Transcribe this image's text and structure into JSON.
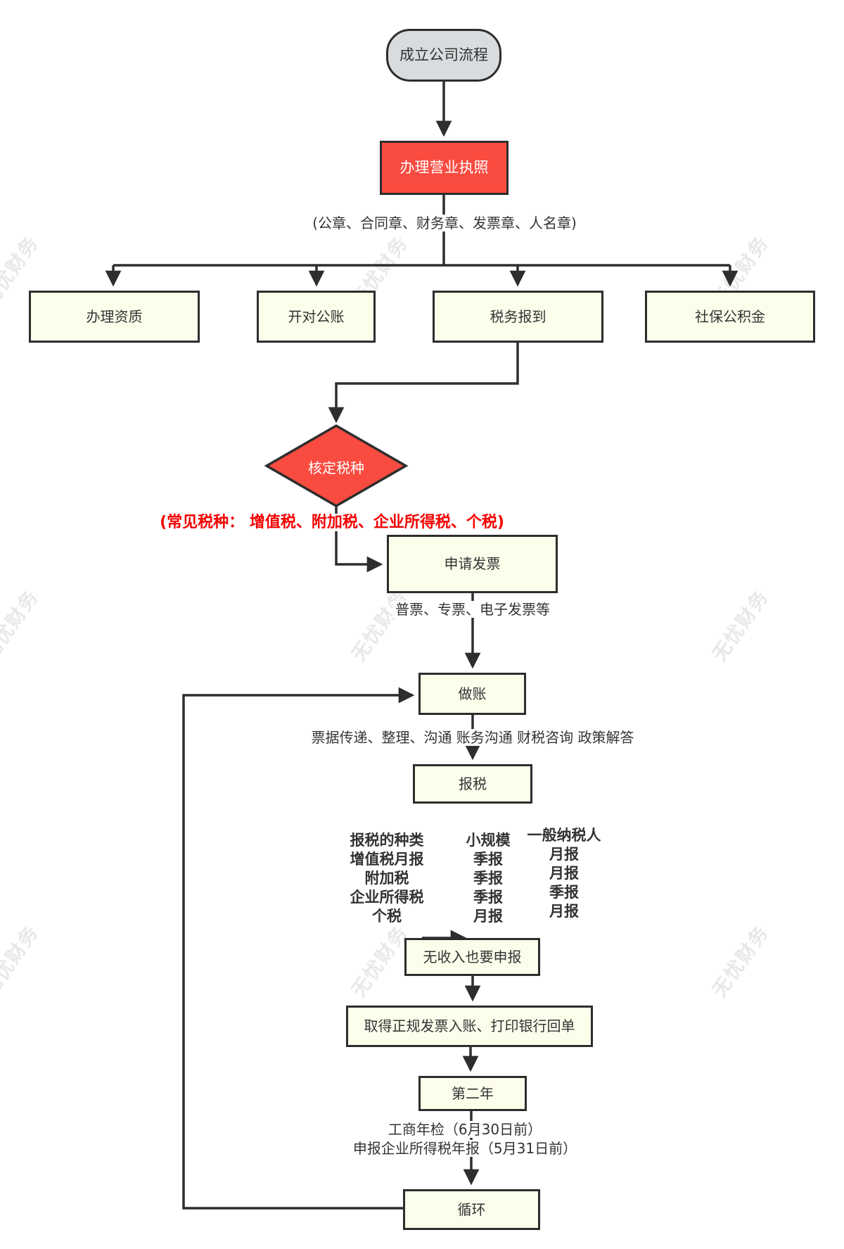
{
  "diagram": {
    "nodes": {
      "start": "成立公司流程",
      "license": "办理营业执照",
      "qualification": "办理资质",
      "bank_account": "开对公账",
      "tax_registration": "税务报到",
      "social_insurance": "社保公积金",
      "tax_type_decision": "核定税种",
      "apply_invoice": "申请发票",
      "bookkeeping": "做账",
      "tax_filing": "报税",
      "no_income_declare": "无收入也要申报",
      "formal_invoice": "取得正规发票入账、打印银行回单",
      "second_year": "第二年",
      "cycle": "循环"
    },
    "annotations": {
      "seals": "(公章、合同章、财务章、发票章、人名章)",
      "common_taxes": "(常见税种： 增值税、附加税、企业所得税、个税)",
      "invoice_types": "普票、专票、电子发票等",
      "bookkeeping_detail": "票据传递、整理、沟通 账务沟通 财税咨询 政策解答",
      "annual_check_line1": "工商年检（6月30日前）",
      "annual_check_line2": "申报企业所得税年报（5月31日前）"
    },
    "tax_table": {
      "columns": [
        {
          "rows": [
            "报税的种类",
            "增值税月报",
            "附加税",
            "企业所得税",
            "个税"
          ]
        },
        {
          "rows": [
            "小规模",
            "季报",
            "季报",
            "季报",
            "月报"
          ]
        },
        {
          "rows": [
            "一般纳税人",
            "月报",
            "月报",
            "季报",
            "月报"
          ]
        }
      ]
    },
    "watermark": {
      "text": "无忧财务"
    },
    "colors": {
      "canvas_bg": "#ffffff",
      "node_fill": "#fdfdeb",
      "node_border": "#2d2d2d",
      "start_fill": "#d8dcde",
      "highlight_fill": "#f94b40",
      "highlight_text": "#ffffff",
      "annotation_red": "#f50000",
      "text": "#333333",
      "line": "#2e2e2e",
      "watermark": "#d2d2d2"
    }
  }
}
